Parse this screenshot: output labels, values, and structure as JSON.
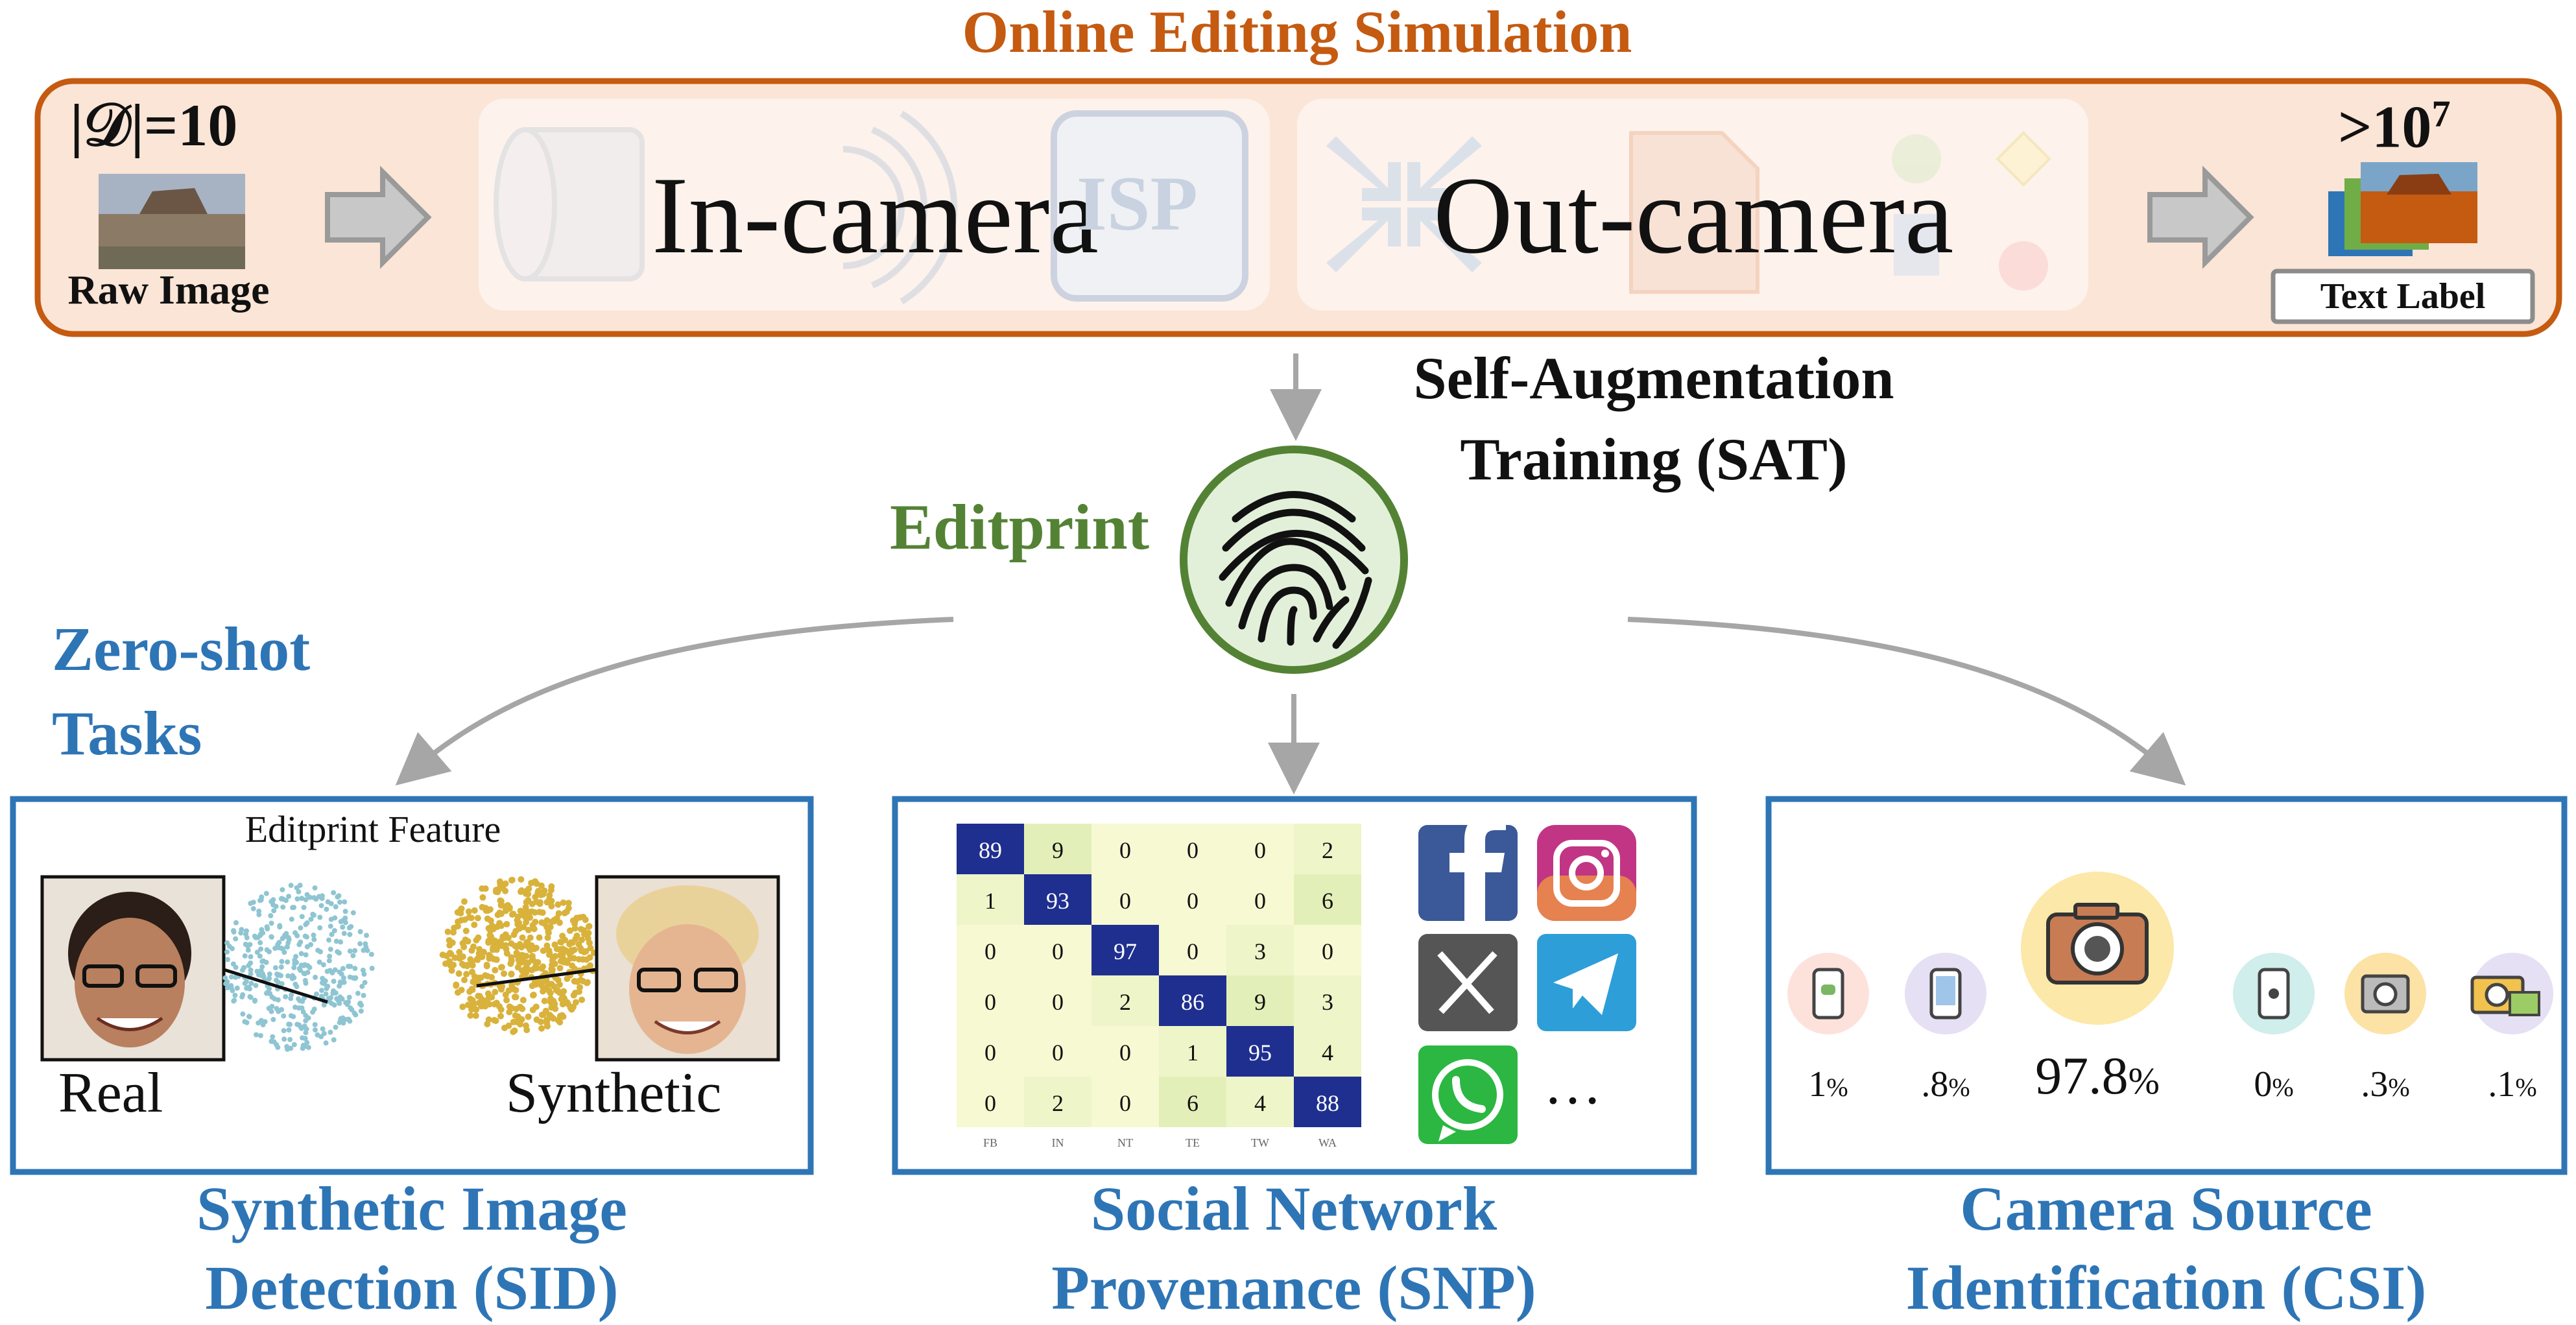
{
  "header": {
    "title": "Online Editing Simulation",
    "dataset_size": "|𝒟|=10",
    "raw_image_label": "Raw Image",
    "in_camera": "In-camera",
    "out_camera": "Out-camera",
    "isp_label": "ISP",
    "output_count_base": ">10",
    "output_count_exp": "7",
    "text_label": "Text Label"
  },
  "center": {
    "sat_line1": "Self-Augmentation",
    "sat_line2": "Training (SAT)",
    "editprint": "Editprint"
  },
  "zero_shot": {
    "line1": "Zero-shot",
    "line2": "Tasks"
  },
  "sid": {
    "feature_title": "Editprint Feature",
    "real_label": "Real",
    "synthetic_label": "Synthetic",
    "caption_line1": "Synthetic Image",
    "caption_line2": "Detection (SID)"
  },
  "snp": {
    "matrix": [
      [
        89,
        9,
        0,
        0,
        0,
        2
      ],
      [
        1,
        93,
        0,
        0,
        0,
        6
      ],
      [
        0,
        0,
        97,
        0,
        3,
        0
      ],
      [
        0,
        0,
        2,
        86,
        9,
        3
      ],
      [
        0,
        0,
        0,
        1,
        95,
        4
      ],
      [
        0,
        2,
        0,
        6,
        4,
        88
      ]
    ],
    "col_labels": [
      "FB",
      "IN",
      "NT",
      "TE",
      "TW",
      "WA"
    ],
    "ellipsis": "…",
    "caption_line1": "Social Network",
    "caption_line2": "Provenance (SNP)"
  },
  "csi": {
    "items": [
      {
        "icon": "android-phone-icon",
        "value": "1",
        "unit": "%"
      },
      {
        "icon": "phone-icon",
        "value": ".8",
        "unit": "%"
      },
      {
        "icon": "camera-icon",
        "value": "97.8",
        "unit": "%"
      },
      {
        "icon": "apple-phone-icon",
        "value": "0",
        "unit": "%"
      },
      {
        "icon": "compact-camera-icon",
        "value": ".3",
        "unit": "%"
      },
      {
        "icon": "photo-camera-icon",
        "value": ".1",
        "unit": "%"
      }
    ],
    "caption_line1": "Camera Source",
    "caption_line2": "Identification (CSI)"
  },
  "colors": {
    "orange": "#c55a11",
    "blue": "#2e75b6",
    "green": "#548235",
    "heatmap_diag": "#1f2f8f",
    "heatmap_light": "#f7f9d2"
  }
}
